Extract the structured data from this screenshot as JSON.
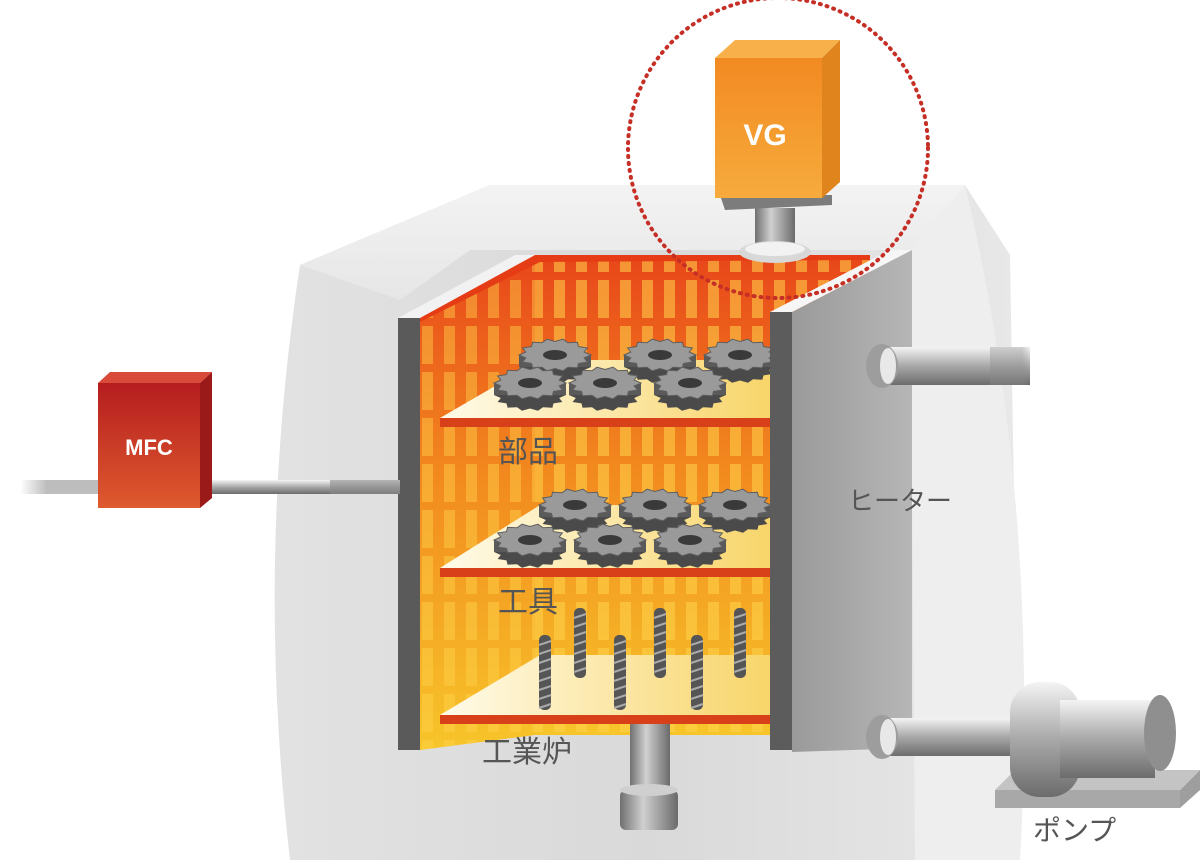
{
  "diagram": {
    "title": "Industrial furnace vacuum system",
    "components": {
      "vg": {
        "label": "VG",
        "color": "#f39a2e",
        "highlighted": true
      },
      "mfc": {
        "label": "MFC",
        "color": "#c8281e"
      },
      "heater": {
        "label": "ヒーター"
      },
      "pump": {
        "label": "ポンプ"
      }
    },
    "shelves": [
      {
        "label": "部品",
        "contents": "gears",
        "count": 6
      },
      {
        "label": "工具",
        "contents": "gears",
        "count": 6
      },
      {
        "label": "工業炉",
        "contents": "drill-bits",
        "count": 6
      }
    ],
    "colors": {
      "chamber_hot": "#e8461a",
      "chamber_warm": "#f7b71f",
      "shelf_edge": "#d8401a",
      "highlight_ring": "#c62f25",
      "housing": "#e4e4e4"
    }
  }
}
